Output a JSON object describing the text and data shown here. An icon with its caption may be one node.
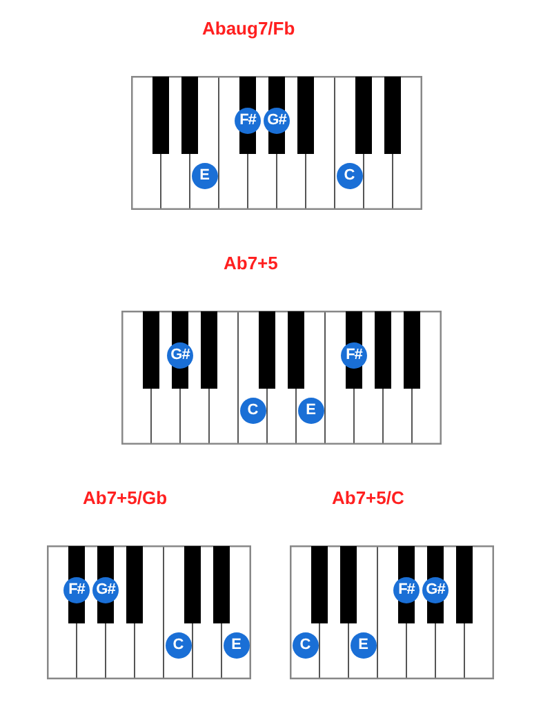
{
  "diagram": {
    "nodes": [
      {
        "text": [
          "Abaug7/Fb"
        ]
      },
      {
        "text": [
          "F#"
        ],
        "in": 0
      },
      {
        "text": [
          "G#"
        ],
        "in": 0
      },
      {
        "text": [
          "E"
        ],
        "in": 0
      },
      {
        "text": [
          "C"
        ],
        "in": 0
      },
      {
        "text": [
          "Ab7+5"
        ]
      },
      {
        "text": [
          "G#"
        ],
        "in": 5
      },
      {
        "text": [
          "F#"
        ],
        "in": 5
      },
      {
        "text": [
          "C"
        ],
        "in": 5
      },
      {
        "text": [
          "E"
        ],
        "in": 5
      },
      {
        "text": [
          "Ab7+5/Gb"
        ]
      },
      {
        "text": [
          "F#"
        ],
        "in": 10
      },
      {
        "text": [
          "G#"
        ],
        "in": 10
      },
      {
        "text": [
          "C"
        ],
        "in": 10
      },
      {
        "text": [
          "E"
        ],
        "in": 10
      },
      {
        "text": [
          "Ab7+5/C"
        ]
      },
      {
        "text": [
          "F#"
        ],
        "in": 15
      },
      {
        "text": [
          "G#"
        ],
        "in": 15
      },
      {
        "text": [
          "C"
        ],
        "in": 15
      },
      {
        "text": [
          "E"
        ],
        "in": 15
      }
    ]
  }
}
